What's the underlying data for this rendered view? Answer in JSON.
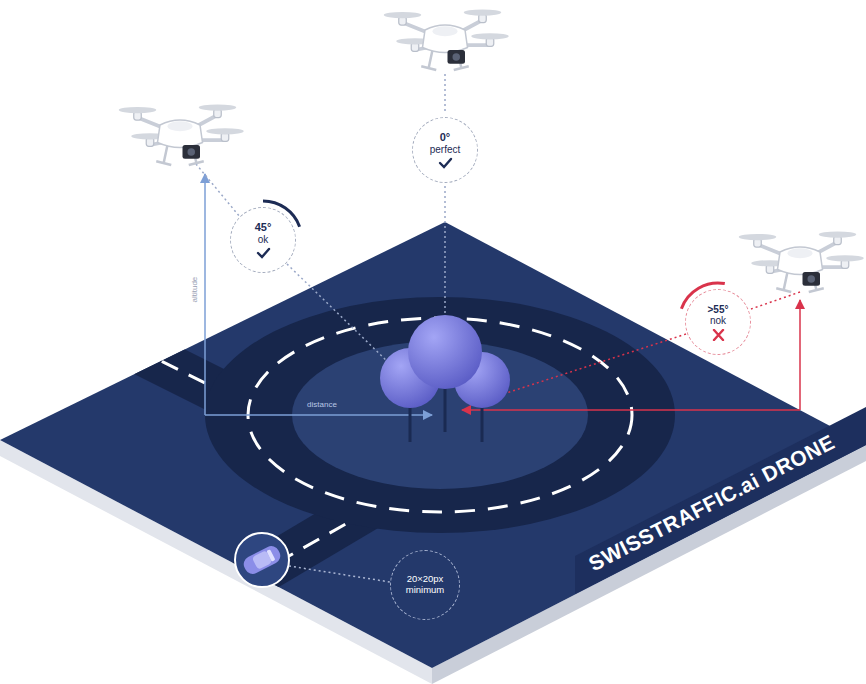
{
  "diagram": {
    "nodes": [
      {
        "text": [
          "0°",
          "perfect"
        ]
      },
      {
        "text": [
          "45°",
          "ok"
        ]
      },
      {
        "text": [
          ">55°",
          "nok"
        ]
      },
      {
        "text": [
          "20×20px minimum"
        ]
      },
      {
        "text": [
          "SWISSTRAFFIC.ai DRONE"
        ]
      }
    ],
    "labels": [
      "altitude",
      "distance"
    ]
  }
}
